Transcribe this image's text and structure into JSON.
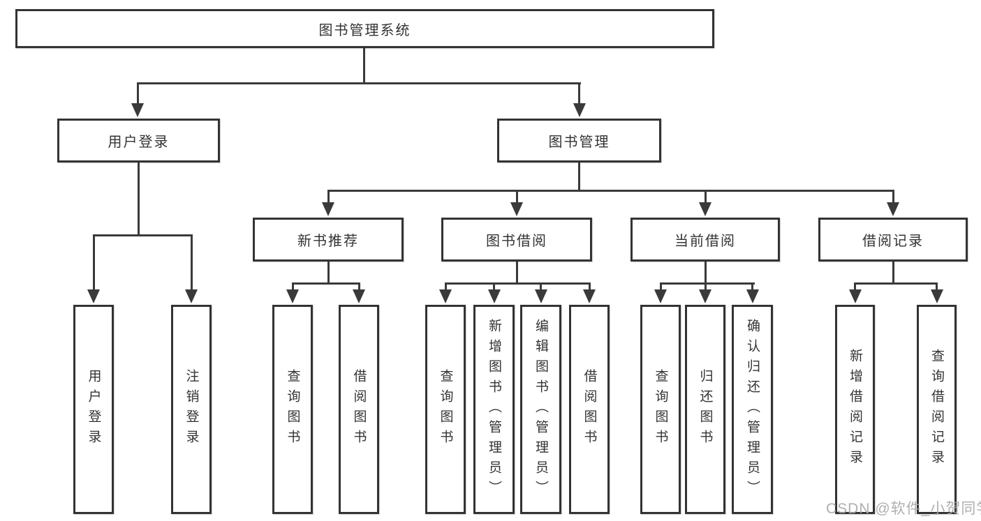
{
  "nodes": {
    "root": "图书管理系统",
    "level1": [
      "用户登录",
      "图书管理"
    ],
    "level2": [
      "新书推荐",
      "图书借阅",
      "当前借阅",
      "借阅记录"
    ],
    "leaves_user": [
      "用户登录",
      "注销登录"
    ],
    "leaves_newbook": [
      "查询图书",
      "借阅图书"
    ],
    "leaves_bookborrow": [
      "查询图书",
      "新增图书（管理员）",
      "编辑图书（管理员）",
      "借阅图书"
    ],
    "leaves_current": [
      "查询图书",
      "归还图书",
      "确认归还（管理员）"
    ],
    "leaves_records": [
      "新增借阅记录",
      "查询借阅记录"
    ]
  },
  "watermark": "CSDN @软件_小贺同学",
  "colors": {
    "background": "#ffffff",
    "box_border": "#333333",
    "line": "#3a3a3a",
    "text": "#333333",
    "watermark": "#a8a8a8"
  }
}
